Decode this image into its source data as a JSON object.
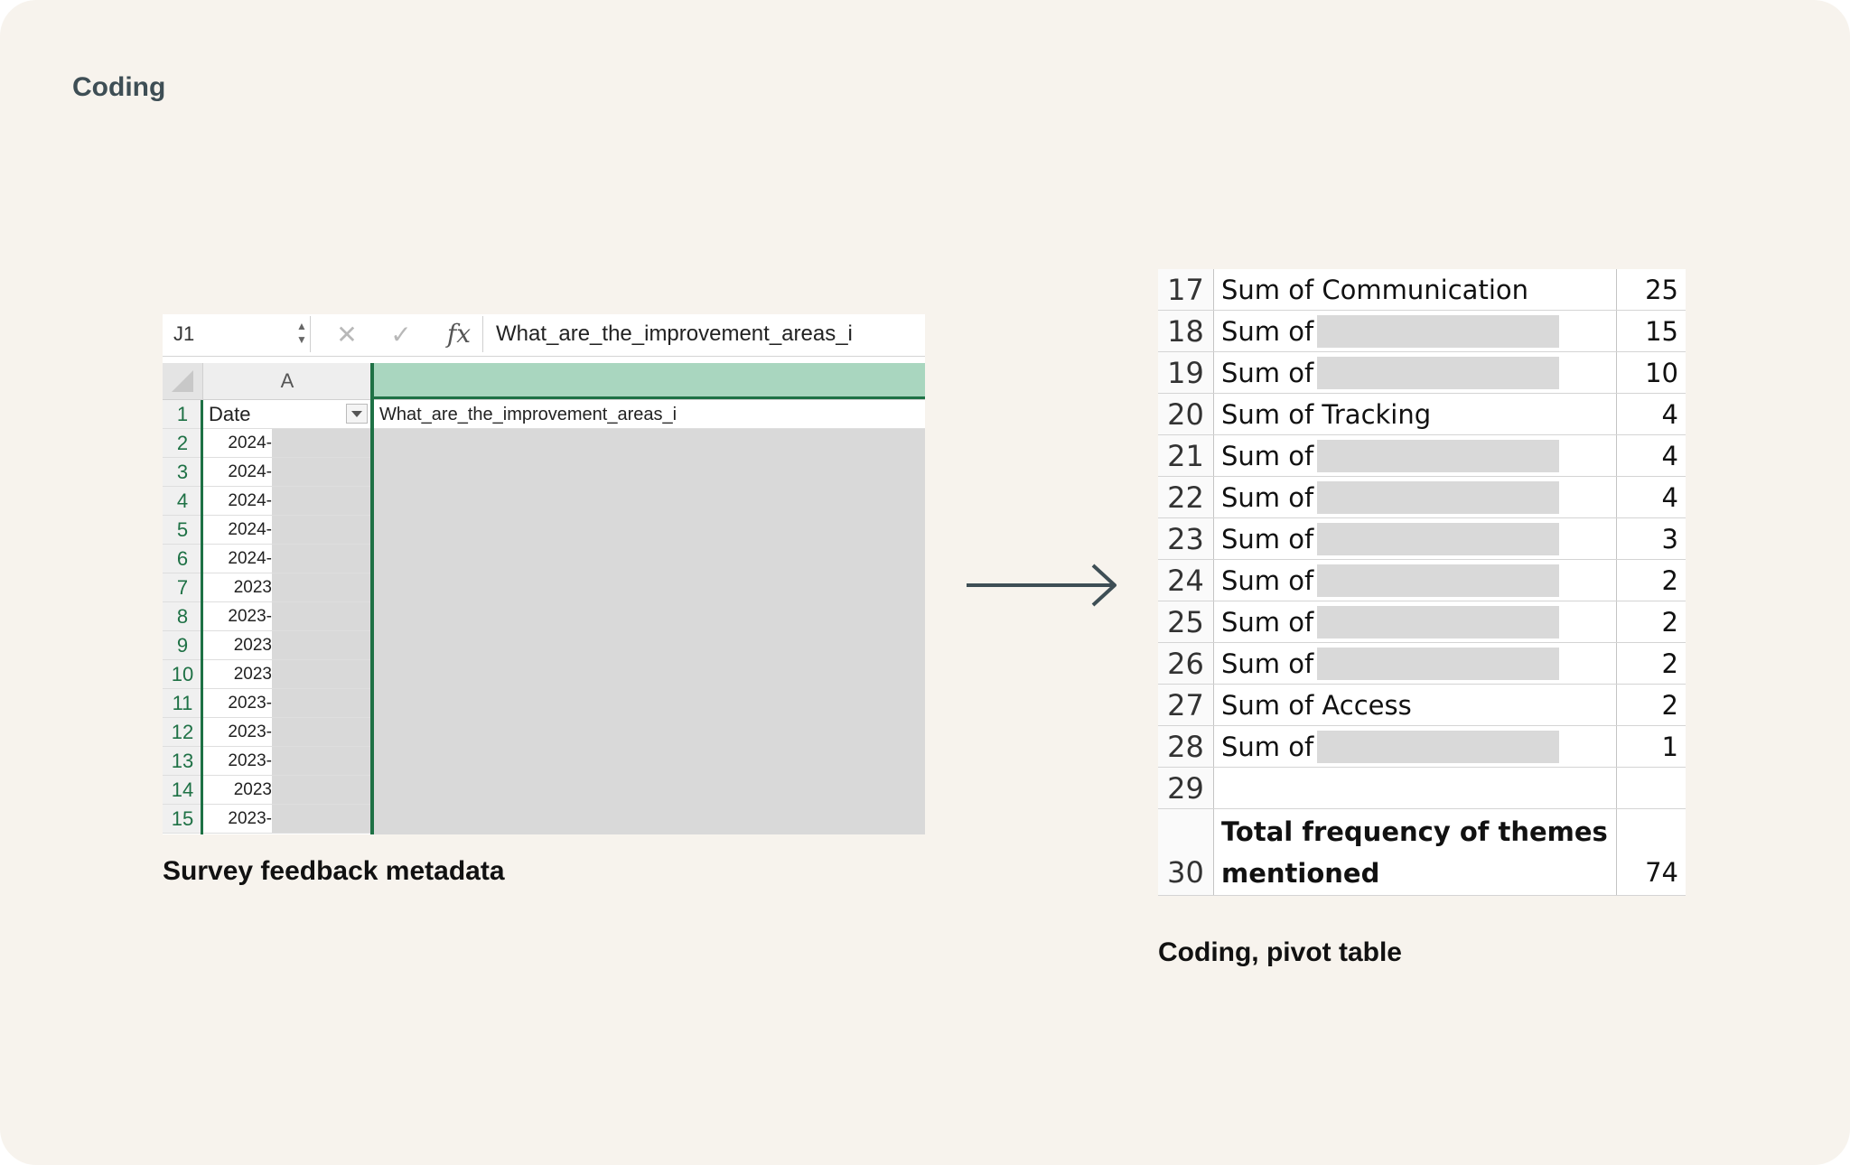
{
  "heading": "Coding",
  "spreadsheet": {
    "name_box": "J1",
    "formula": "What_are_the_improvement_areas_i",
    "column_a_label": "A",
    "header_cell_a": "Date",
    "header_cell_j": "What_are_the_improvement_areas_i",
    "rows": [
      {
        "num": "1"
      },
      {
        "num": "2",
        "date": "2024-"
      },
      {
        "num": "3",
        "date": "2024-"
      },
      {
        "num": "4",
        "date": "2024-"
      },
      {
        "num": "5",
        "date": "2024-"
      },
      {
        "num": "6",
        "date": "2024-"
      },
      {
        "num": "7",
        "date": "2023"
      },
      {
        "num": "8",
        "date": "2023-"
      },
      {
        "num": "9",
        "date": "2023"
      },
      {
        "num": "10",
        "date": "2023"
      },
      {
        "num": "11",
        "date": "2023-"
      },
      {
        "num": "12",
        "date": "2023-"
      },
      {
        "num": "13",
        "date": "2023-"
      },
      {
        "num": "14",
        "date": "2023"
      },
      {
        "num": "15",
        "date": "2023-"
      }
    ],
    "caption": "Survey feedback metadata"
  },
  "pivot": {
    "rows": [
      {
        "num": "17",
        "label": "Sum of Communication",
        "value": "25",
        "redacted": false
      },
      {
        "num": "18",
        "label": "Sum of",
        "value": "15",
        "redacted": true
      },
      {
        "num": "19",
        "label": "Sum of",
        "value": "10",
        "redacted": true
      },
      {
        "num": "20",
        "label": "Sum of Tracking",
        "value": "4",
        "redacted": false
      },
      {
        "num": "21",
        "label": "Sum of",
        "value": "4",
        "redacted": true
      },
      {
        "num": "22",
        "label": "Sum of",
        "value": "4",
        "redacted": true
      },
      {
        "num": "23",
        "label": "Sum of",
        "value": "3",
        "redacted": true
      },
      {
        "num": "24",
        "label": "Sum of",
        "value": "2",
        "redacted": true
      },
      {
        "num": "25",
        "label": "Sum of",
        "value": "2",
        "redacted": true
      },
      {
        "num": "26",
        "label": "Sum of",
        "value": "2",
        "redacted": true
      },
      {
        "num": "27",
        "label": "Sum of Access",
        "value": "2",
        "redacted": false
      },
      {
        "num": "28",
        "label": "Sum of",
        "value": "1",
        "redacted": true
      },
      {
        "num": "29",
        "label": "",
        "value": "",
        "redacted": false
      }
    ],
    "total_row": {
      "num": "30",
      "label": "Total frequency of themes mentioned",
      "value": "74"
    },
    "caption": "Coding, pivot table"
  },
  "icons": {
    "cancel": "close-icon",
    "confirm": "checkmark-icon",
    "function": "fx-icon",
    "arrow": "arrow-right-icon"
  },
  "colors": {
    "background": "#f7f3ed",
    "excel_green": "#1e7145",
    "selected_column": "#a9d6bf",
    "redaction": "#d9d9d9"
  }
}
